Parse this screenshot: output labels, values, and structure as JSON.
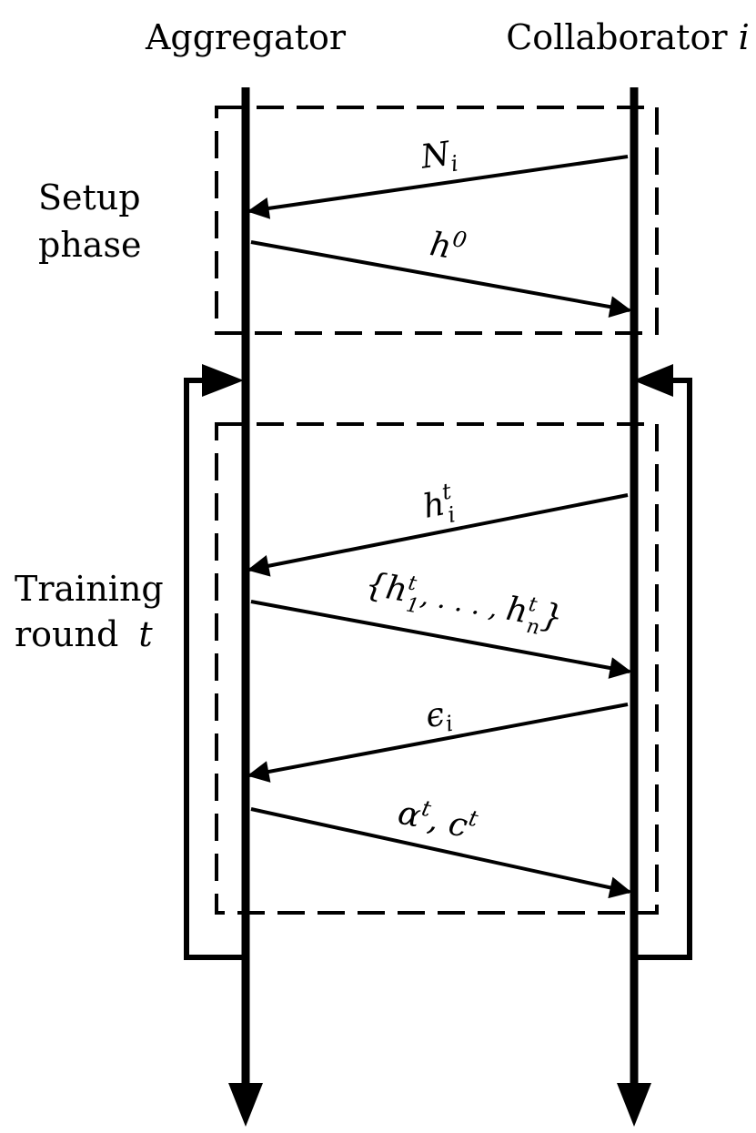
{
  "participants": {
    "aggregator": "Aggregator",
    "collaborator": "Collaborator",
    "collaborator_index": "i"
  },
  "phases": {
    "setup_line1": "Setup",
    "setup_line2": "phase",
    "training_line1": "Training",
    "training_line2": "round",
    "training_var": "t"
  },
  "messages": {
    "n_i": {
      "base": "N",
      "sub": "i"
    },
    "h0": {
      "base": "h",
      "sup": "0"
    },
    "h_i_t": {
      "base": "h",
      "sup": "t",
      "sub": "i"
    },
    "h_set": {
      "open": "{",
      "b1": "h",
      "sub1": "1",
      "sup1": "t",
      "mid": ", . . . , ",
      "b2": "h",
      "sub2": "n",
      "sup2": "t",
      "close": "}"
    },
    "eps_i": {
      "base": "ϵ",
      "sub": "i"
    },
    "alpha_c": {
      "a": "α",
      "sup_a": "t",
      "comma": ", ",
      "c": "c",
      "sup_c": "t"
    }
  }
}
